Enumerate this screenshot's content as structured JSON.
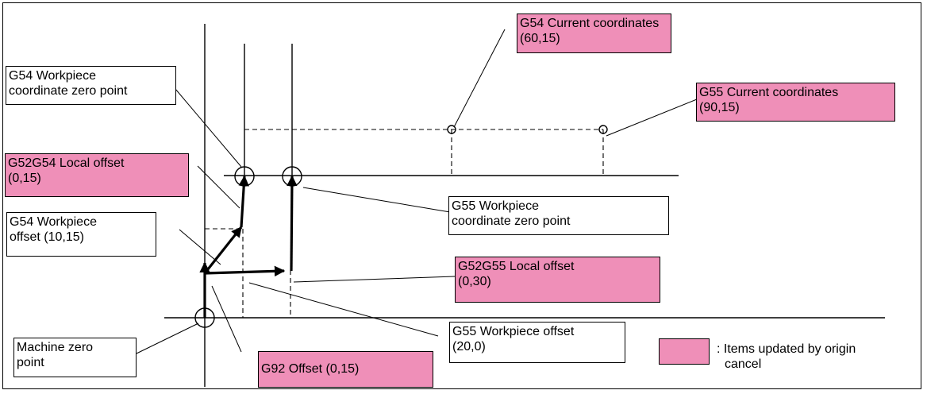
{
  "colors": {
    "updated": "#ef8fb8",
    "line": "#000000",
    "background": "#ffffff"
  },
  "labels": {
    "g54_current": [
      "G54 Current coordinates",
      "(60,15)"
    ],
    "g55_current": [
      "G55 Current coordinates",
      "(90,15)"
    ],
    "g54_work_zero": [
      "G54 Workpiece",
      "coordinate zero point"
    ],
    "g52g54_local": [
      "G52G54 Local offset",
      "(0,15)"
    ],
    "g54_work_offset": [
      "G54 Workpiece",
      "offset (10,15)"
    ],
    "g55_work_zero": [
      "G55 Workpiece",
      "coordinate zero point"
    ],
    "g52g55_local": [
      "G52G55 Local offset",
      "(0,30)"
    ],
    "g55_work_offset": [
      "G55 Workpiece offset",
      "(20,0)"
    ],
    "machine_zero": [
      "Machine zero",
      "point"
    ],
    "g92_offset": [
      "G92 Offset (0,15)"
    ]
  },
  "legend": {
    "text": [
      ": Items updated by origin",
      "cancel"
    ]
  }
}
